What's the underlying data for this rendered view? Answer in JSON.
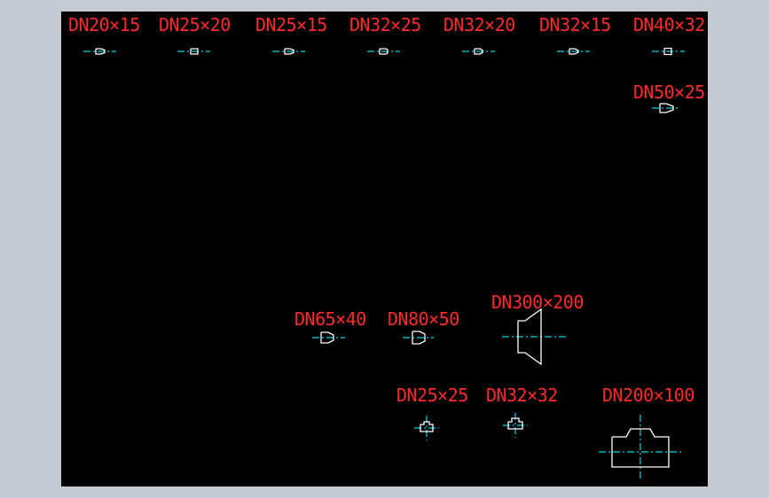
{
  "colors": {
    "background_outer": "#c4cad2",
    "drawing_background": "#000000",
    "label_color": "#ff2b2b",
    "centerline_color": "#00d7e6",
    "outline_color": "#ffffff"
  },
  "labels": {
    "r1": "DN20×15",
    "r2": "DN25×20",
    "r3": "DN25×15",
    "r4": "DN32×25",
    "r5": "DN32×20",
    "r6": "DN32×15",
    "r7": "DN40×32",
    "r8": "DN50×25",
    "r9": "DN65×40",
    "r10": "DN80×50",
    "r11": "DN300×200",
    "t1": "DN25×25",
    "t2": "DN32×32",
    "t3": "DN200×100"
  },
  "symbols": {
    "reducers": [
      "reducer-icon",
      "reducer-icon",
      "reducer-icon",
      "reducer-icon",
      "reducer-icon",
      "reducer-icon",
      "reducer-icon",
      "reducer-icon",
      "reducer-icon",
      "reducer-icon",
      "reducer-icon"
    ],
    "tees": [
      "tee-icon",
      "tee-icon",
      "tee-icon"
    ]
  }
}
